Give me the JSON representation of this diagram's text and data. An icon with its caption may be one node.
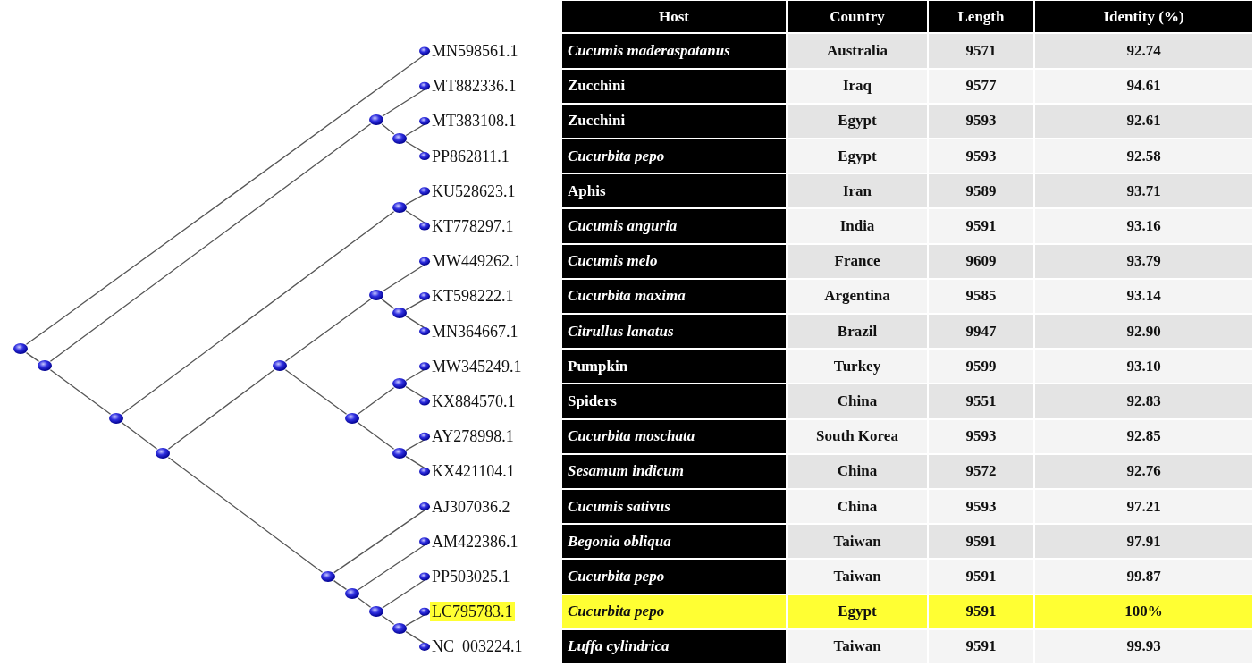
{
  "diagram": {
    "nodes": [
      {
        "text": [
          "MN598561.1"
        ]
      },
      {
        "text": [
          "MT882336.1"
        ]
      },
      {
        "text": [
          "MT383108.1"
        ]
      },
      {
        "text": [
          "PP862811.1"
        ]
      },
      {
        "text": [
          "KU528623.1"
        ]
      },
      {
        "text": [
          "KT778297.1"
        ]
      },
      {
        "text": [
          "MW449262.1"
        ]
      },
      {
        "text": [
          "KT598222.1"
        ]
      },
      {
        "text": [
          "MN364667.1"
        ]
      },
      {
        "text": [
          "MW345249.1"
        ]
      },
      {
        "text": [
          "KX884570.1"
        ]
      },
      {
        "text": [
          "AY278998.1"
        ]
      },
      {
        "text": [
          "KX421104.1"
        ]
      },
      {
        "text": [
          "AJ307036.2"
        ]
      },
      {
        "text": [
          "AM422386.1"
        ]
      },
      {
        "text": [
          "PP503025.1"
        ]
      },
      {
        "text": [
          "LC795783.1"
        ]
      },
      {
        "text": [
          "NC_003224.1"
        ]
      },
      {
        "text": [],
        "shape": "circle"
      },
      {
        "text": [],
        "shape": "circle"
      },
      {
        "text": [],
        "shape": "circle"
      },
      {
        "text": [],
        "shape": "circle"
      },
      {
        "text": [],
        "shape": "circle"
      },
      {
        "text": [],
        "shape": "circle"
      },
      {
        "text": [],
        "shape": "circle"
      },
      {
        "text": [],
        "shape": "circle"
      },
      {
        "text": [],
        "shape": "circle"
      },
      {
        "text": [],
        "shape": "circle"
      },
      {
        "text": [],
        "shape": "circle"
      },
      {
        "text": [],
        "shape": "circle"
      },
      {
        "text": [],
        "shape": "circle"
      },
      {
        "text": [],
        "shape": "circle"
      },
      {
        "text": [],
        "shape": "circle"
      },
      {
        "text": [],
        "shape": "circle"
      },
      {
        "text": [],
        "shape": "circle"
      }
    ],
    "edges": [
      {
        "from": 18,
        "to": 0,
        "arrow": "other"
      },
      {
        "from": 18,
        "to": 19,
        "arrow": "none"
      },
      {
        "from": 19,
        "to": 26,
        "arrow": "none"
      },
      {
        "from": 19,
        "to": 20,
        "arrow": "none"
      },
      {
        "from": 26,
        "to": 1,
        "arrow": "other"
      },
      {
        "from": 26,
        "to": 29,
        "arrow": "none"
      },
      {
        "from": 29,
        "to": 2,
        "arrow": "other"
      },
      {
        "from": 29,
        "to": 3,
        "arrow": "other"
      },
      {
        "from": 20,
        "to": 30,
        "arrow": "none"
      },
      {
        "from": 20,
        "to": 21,
        "arrow": "none"
      },
      {
        "from": 30,
        "to": 4,
        "arrow": "other"
      },
      {
        "from": 30,
        "to": 5,
        "arrow": "other"
      },
      {
        "from": 21,
        "to": 22,
        "arrow": "none"
      },
      {
        "from": 21,
        "to": 23,
        "arrow": "none"
      },
      {
        "from": 22,
        "to": 27,
        "arrow": "none"
      },
      {
        "from": 22,
        "to": 24,
        "arrow": "none"
      },
      {
        "from": 27,
        "to": 6,
        "arrow": "other"
      },
      {
        "from": 27,
        "to": 31,
        "arrow": "none"
      },
      {
        "from": 31,
        "to": 7,
        "arrow": "other"
      },
      {
        "from": 31,
        "to": 8,
        "arrow": "other"
      },
      {
        "from": 24,
        "to": 32,
        "arrow": "none"
      },
      {
        "from": 24,
        "to": 33,
        "arrow": "none"
      },
      {
        "from": 32,
        "to": 9,
        "arrow": "other"
      },
      {
        "from": 32,
        "to": 10,
        "arrow": "other"
      },
      {
        "from": 33,
        "to": 11,
        "arrow": "other"
      },
      {
        "from": 33,
        "to": 12,
        "arrow": "other"
      },
      {
        "from": 23,
        "to": 13,
        "arrow": "other"
      },
      {
        "from": 23,
        "to": 25,
        "arrow": "none"
      },
      {
        "from": 25,
        "to": 14,
        "arrow": "other"
      },
      {
        "from": 25,
        "to": 28,
        "arrow": "none"
      },
      {
        "from": 28,
        "to": 15,
        "arrow": "other"
      },
      {
        "from": 28,
        "to": 34,
        "arrow": "none"
      },
      {
        "from": 34,
        "to": 16,
        "arrow": "other"
      },
      {
        "from": 34,
        "to": 17,
        "arrow": "other"
      }
    ],
    "labels": [
      "Host",
      "Country",
      "Length",
      "Identity (%)",
      "Cucumis maderaspatanus",
      "Australia",
      "9571",
      "92.74",
      "Zucchini",
      "Iraq",
      "9577",
      "94.61",
      "Zucchini",
      "Egypt",
      "9593",
      "92.61",
      "Cucurbita pepo",
      "Egypt",
      "9593",
      "92.58",
      "Aphis",
      "Iran",
      "9589",
      "93.71",
      "Cucumis anguria",
      "India",
      "9591",
      "93.16",
      "Cucumis melo",
      "France",
      "9609",
      "93.79",
      "Cucurbita maxima",
      "Argentina",
      "9585",
      "93.14",
      "Citrullus lanatus",
      "Brazil",
      "9947",
      "92.90",
      "Pumpkin",
      "Turkey",
      "9599",
      "93.10",
      "Spiders",
      "China",
      "9551",
      "92.83",
      "Cucurbita moschata",
      "South Korea",
      "9593",
      "92.85",
      "Sesamum indicum",
      "China",
      "9572",
      "92.76",
      "Cucumis sativus",
      "China",
      "9593",
      "97.21",
      "Begonia obliqua",
      "Taiwan",
      "9591",
      "97.91",
      "Cucurbita pepo",
      "Taiwan",
      "9591",
      "99.87",
      "Cucurbita pepo",
      "Egypt",
      "9591",
      "100%",
      "Luffa cylindrica",
      "Taiwan",
      "9591",
      "99.93"
    ]
  }
}
